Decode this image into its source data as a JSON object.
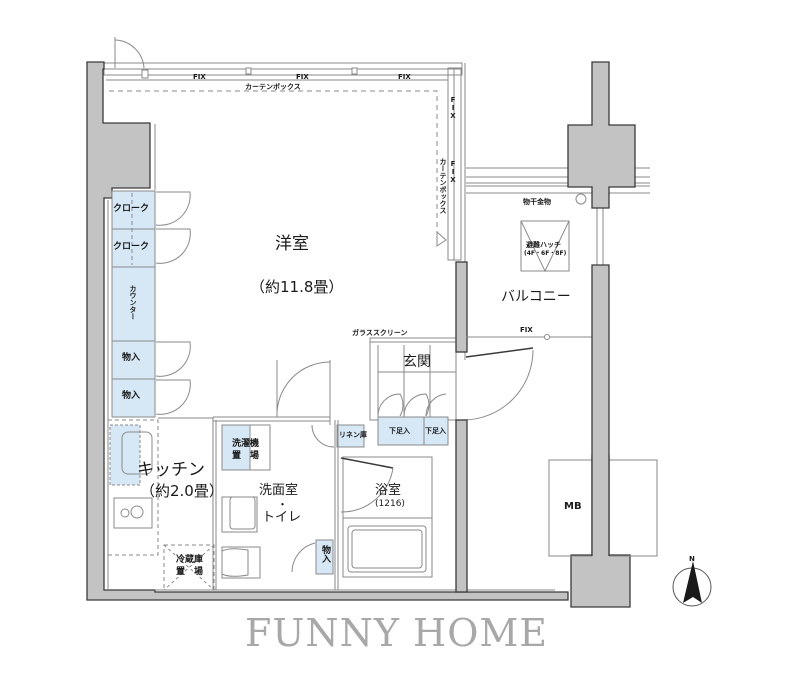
{
  "floorplan": {
    "colors": {
      "wall": "#c3c3c3",
      "wall_outline": "#3a3a3a",
      "storage_fill": "#d6e8f5",
      "line": "#8a8a8a",
      "background": "#ffffff",
      "brand_text": "#a8a8a8"
    },
    "rooms": {
      "western_room": {
        "name": "洋室",
        "size": "（約11.8畳）"
      },
      "kitchen": {
        "name": "キッチン",
        "size": "（約2.0畳）"
      },
      "washroom": {
        "name": "洗面室",
        "dot": "・",
        "name2": "トイレ"
      },
      "bathroom": {
        "name": "浴室",
        "size": "(1216)"
      },
      "entrance": {
        "name": "玄関"
      },
      "balcony": {
        "name": "バルコニー"
      },
      "meter_box": {
        "name": "MB"
      }
    },
    "storage": {
      "cloak_1": "クローク",
      "cloak_2": "クローク",
      "counter": "カウンター",
      "closet_1": "物入",
      "closet_2": "物入",
      "linen": "リネン庫",
      "shoe_1": "下足入",
      "shoe_2": "下足入",
      "laundry": {
        "line1": "洗濯機",
        "line2": "置　場"
      },
      "fridge": {
        "line1": "冷蔵庫",
        "line2": "置　場"
      },
      "bath_closet": "物入"
    },
    "annotations": {
      "fix_top_1": "FIX",
      "fix_top_2": "FIX",
      "fix_top_3": "FIX",
      "fix_right_1": "FIX",
      "fix_right_2": "FIX",
      "fix_balcony": "FIX",
      "curtain_box_top": "カーテンボックス",
      "curtain_box_right": "カーテンボックス",
      "glass_screen": "ガラススクリーン",
      "laundry_hardware": "物干金物",
      "escape_hatch": "避難ハッチ",
      "escape_hatch_floors": "(4F・6F・8F)"
    },
    "compass": {
      "label": "N",
      "icon": "north-arrow-icon"
    }
  },
  "brand": {
    "text": "FUNNY HOME"
  }
}
